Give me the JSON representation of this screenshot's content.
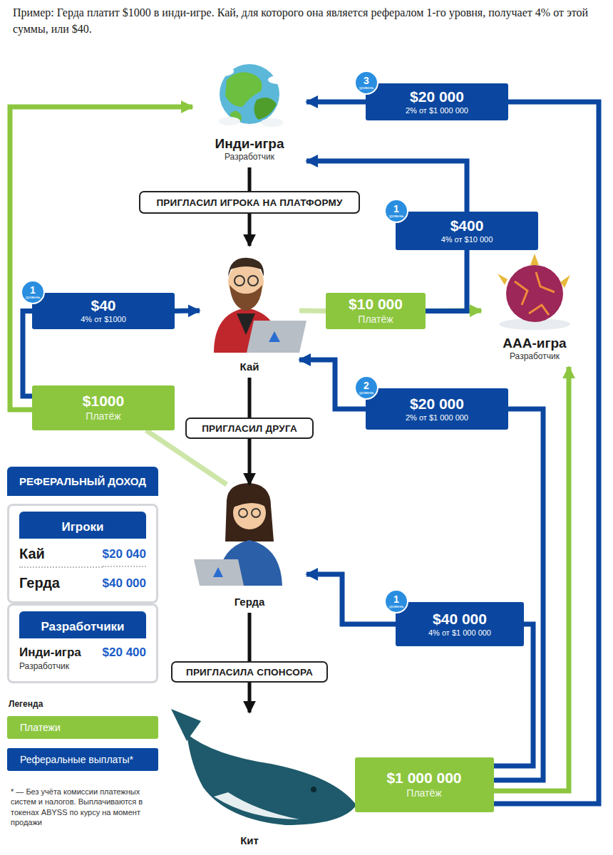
{
  "diagram": {
    "title": "Пример: Герда платит $1000 в инди-игре. Кай, для которого она является рефералом 1-го уровня, получает 4% от этой суммы, или $40.",
    "nodes": [
      {
        "text": [
          "Инди-игра",
          "Разработчик"
        ]
      },
      {
        "text": [
          "$20 000",
          "2% от $1 000 000"
        ]
      },
      {
        "text": [
          "3",
          "уровень"
        ],
        "in": 1
      },
      {
        "text": [
          "ПРИГЛАСИЛ ИГРОКА НА ПЛАТФОРМУ"
        ]
      },
      {
        "text": [
          "$400",
          "4% от $10 000"
        ]
      },
      {
        "text": [
          "1",
          "уровень"
        ],
        "in": 4
      },
      {
        "text": [
          "ААА-игра",
          "Разработчик"
        ]
      },
      {
        "text": [
          "$40",
          "4% от $1000"
        ]
      },
      {
        "text": [
          "1",
          "уровень"
        ],
        "in": 7
      },
      {
        "text": [
          "Кай"
        ]
      },
      {
        "text": [
          "$10 000",
          "Платёж"
        ]
      },
      {
        "text": [
          "$1000",
          "Платёж"
        ]
      },
      {
        "text": [
          "ПРИГЛАСИЛ ДРУГА"
        ]
      },
      {
        "text": [
          "$20 000",
          "2% от $1 000 000"
        ]
      },
      {
        "text": [
          "2",
          "уровень"
        ],
        "in": 13
      },
      {
        "text": [
          "РЕФЕРАЛЬНЫЙ ДОХОД"
        ]
      },
      {
        "text": [
          "Игроки",
          "Кай",
          "$20 040",
          "Герда",
          "$40 000"
        ],
        "in": 15
      },
      {
        "text": [
          "Разработчики",
          "Инди-игра",
          "$20 400",
          "Разработчик"
        ],
        "in": 15
      },
      {
        "text": [
          "Герда"
        ]
      },
      {
        "text": [
          "$40 000",
          "4% от $1 000 000"
        ]
      },
      {
        "text": [
          "1",
          "уровень"
        ],
        "in": 19
      },
      {
        "text": [
          "ПРИГЛАСИЛА СПОНСОРА"
        ]
      },
      {
        "text": [
          "Кит"
        ]
      },
      {
        "text": [
          "$1 000 000",
          "Платёж"
        ]
      }
    ],
    "edges": [
      {
        "from": 0,
        "to": 3,
        "arrow": "none"
      },
      {
        "from": 3,
        "to": 9,
        "arrow": "to"
      },
      {
        "from": 9,
        "to": 12,
        "arrow": "none"
      },
      {
        "from": 12,
        "to": 18,
        "arrow": "to"
      },
      {
        "from": 18,
        "to": 21,
        "arrow": "none"
      },
      {
        "from": 21,
        "to": 22,
        "arrow": "to"
      },
      {
        "from": 11,
        "to": 0,
        "arrow": "to"
      },
      {
        "from": 18,
        "to": 11,
        "arrow": "none"
      },
      {
        "from": 11,
        "to": 7,
        "arrow": "none"
      },
      {
        "from": 7,
        "to": 9,
        "arrow": "to"
      },
      {
        "from": 9,
        "to": 10,
        "arrow": "none"
      },
      {
        "from": 10,
        "to": 6,
        "arrow": "to"
      },
      {
        "from": 10,
        "to": 4,
        "arrow": "none"
      },
      {
        "from": 4,
        "to": 0,
        "arrow": "to"
      },
      {
        "from": 23,
        "to": 6,
        "arrow": "to"
      },
      {
        "from": 23,
        "to": 19,
        "arrow": "none"
      },
      {
        "from": 19,
        "to": 18,
        "arrow": "to"
      },
      {
        "from": 23,
        "to": 13,
        "arrow": "none"
      },
      {
        "from": 13,
        "to": 9,
        "arrow": "to"
      },
      {
        "from": 23,
        "to": 1,
        "arrow": "none"
      },
      {
        "from": 1,
        "to": 0,
        "arrow": "to"
      }
    ],
    "labels": [
      "Легенда",
      "* — Без учёта комиссии платежных систем и налогов. Выплачиваются в токенах ABYSS по курсу на момент продажи"
    ],
    "legend": [
      {
        "text": "Платежи",
        "color": "#8cc63f"
      },
      {
        "text": "Реферальные выплаты*",
        "color": "#0b47a0"
      }
    ]
  }
}
